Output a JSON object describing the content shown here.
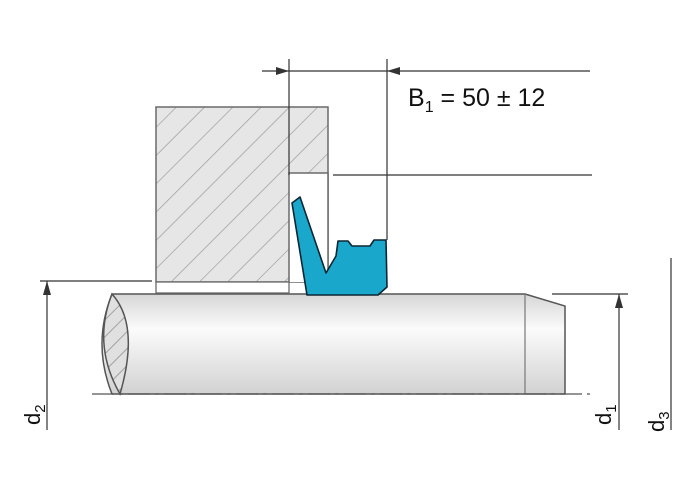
{
  "dimension": {
    "b1_main": "B",
    "b1_sub": "1",
    "b1_value": " = 50 ± 12"
  },
  "labels": {
    "d1_main": "d",
    "d1_sub": "1",
    "d2_main": "d",
    "d2_sub": "2",
    "d3_main": "d",
    "d3_sub": "3"
  },
  "colors": {
    "seal": "#19a8cc",
    "seal_outline": "#0c2633",
    "line": "#333333",
    "hatch": "#b0b0b0",
    "housing_fill": "#dcdcdc",
    "shaft_light": "#fbfbfb",
    "shaft_dark": "#d4d4d4"
  }
}
